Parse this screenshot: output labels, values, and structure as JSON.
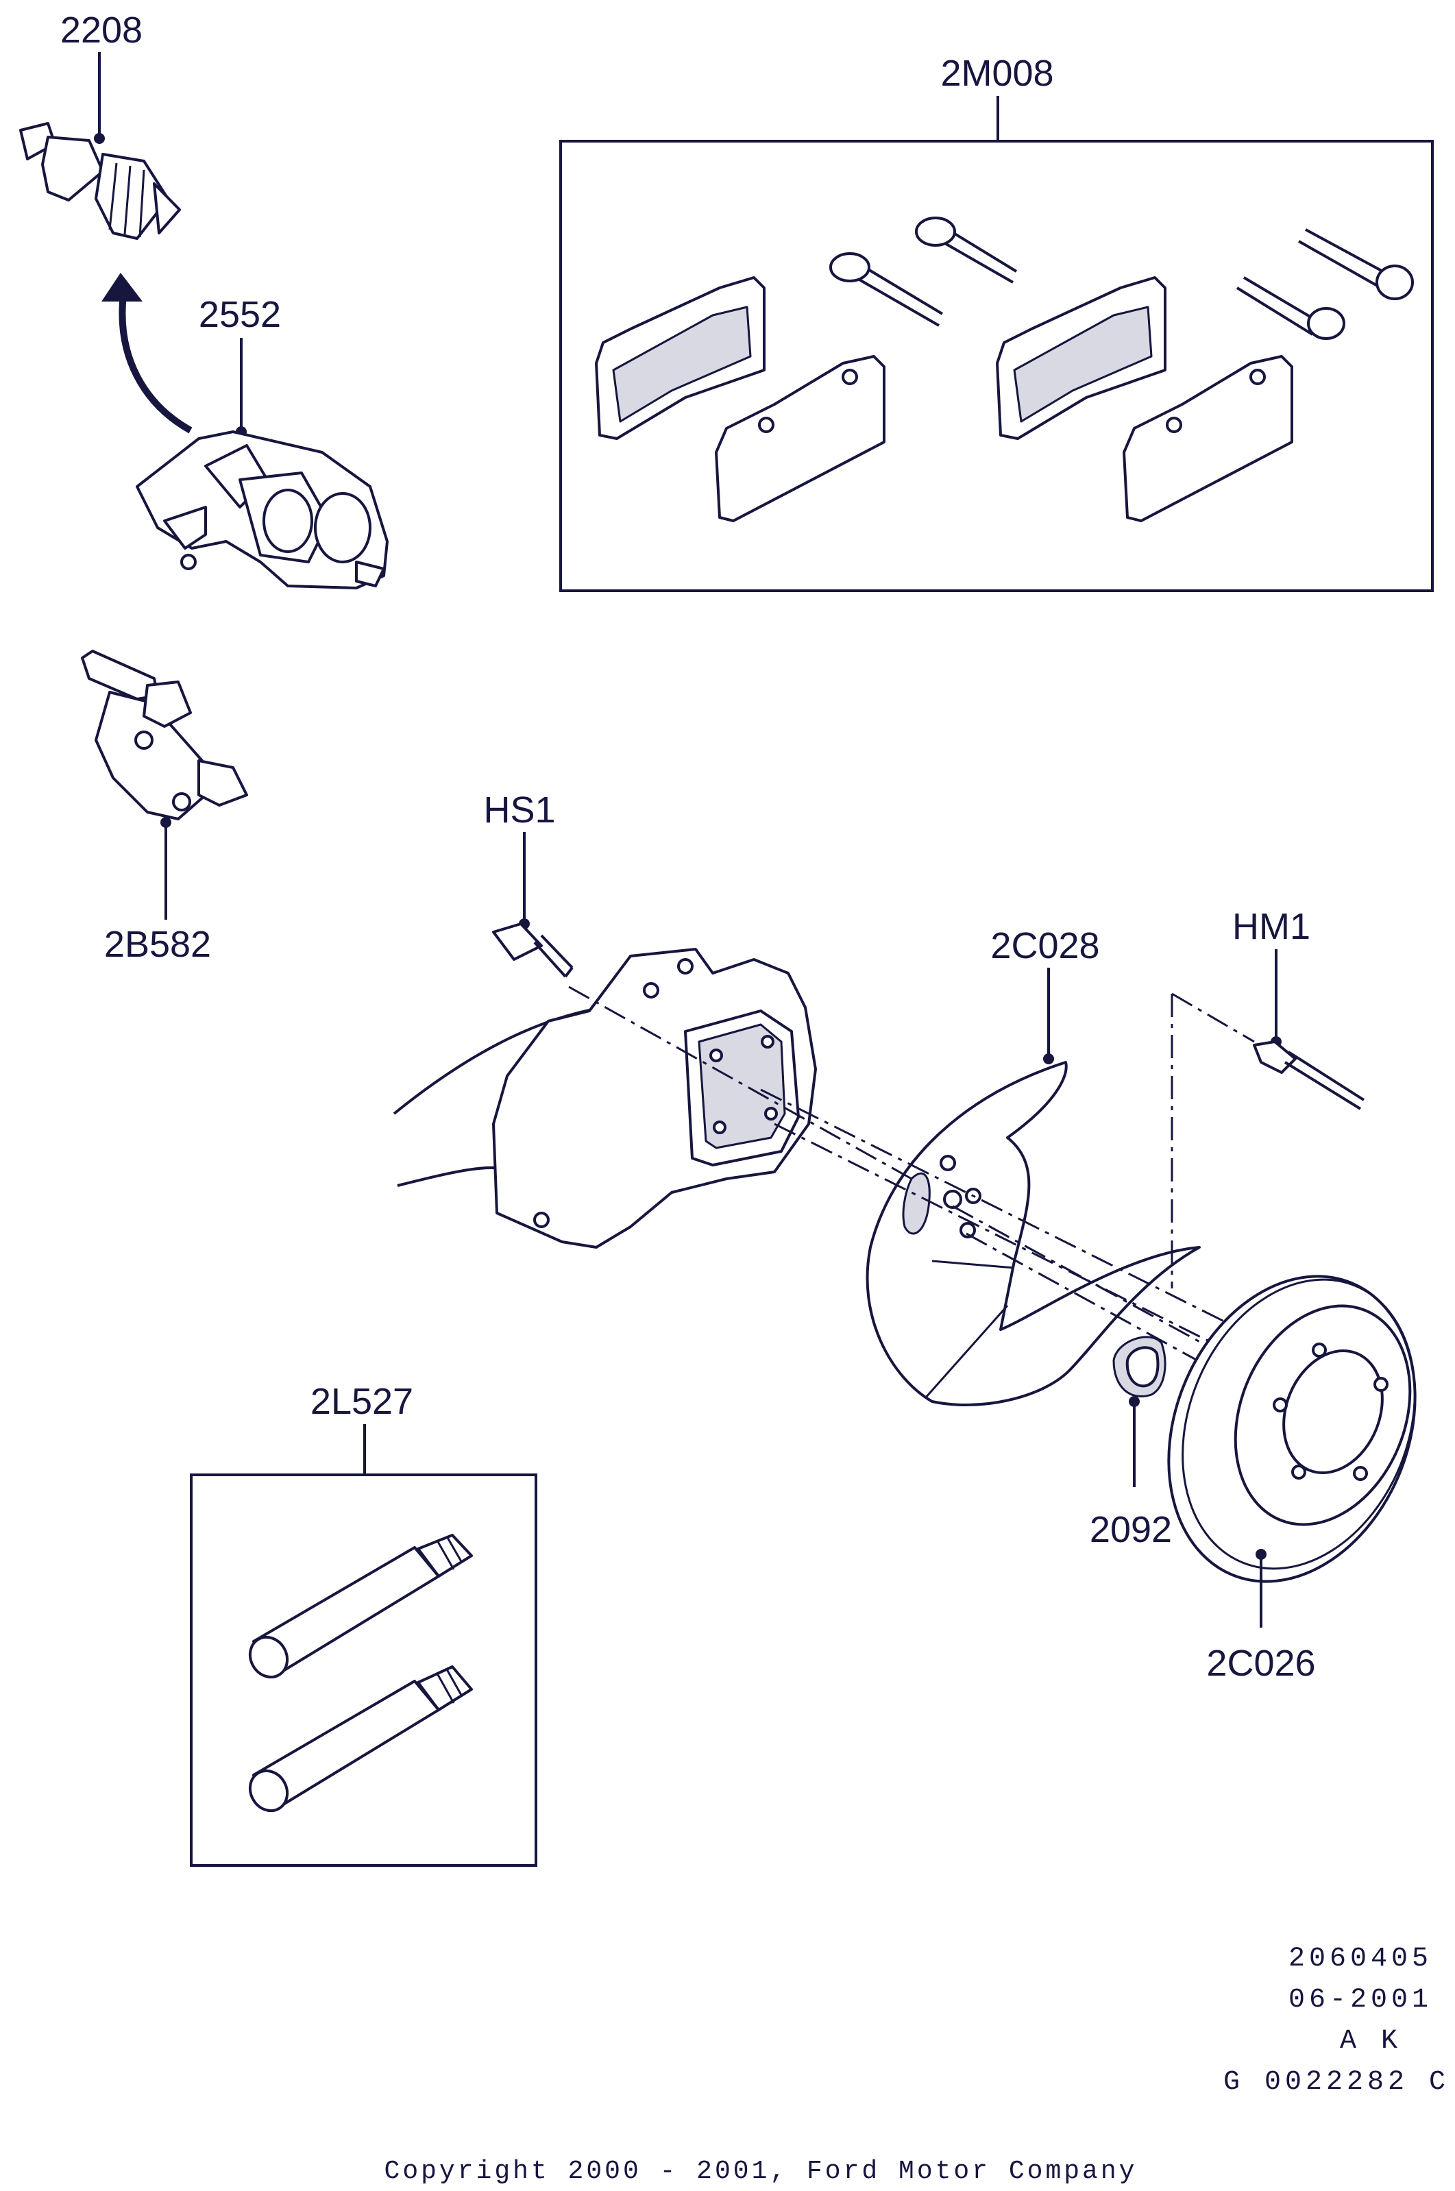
{
  "parts": {
    "p2208": "2208",
    "p2M008": "2M008",
    "p2552": "2552",
    "p2B582": "2B582",
    "pHS1": "HS1",
    "p2C028": "2C028",
    "pHM1": "HM1",
    "p2092": "2092",
    "p2C026": "2C026",
    "p2L527": "2L527"
  },
  "meta": {
    "code": "2060405",
    "date": "06-2001",
    "rev": "A K",
    "ref": "G 0022282 C"
  },
  "copyright": "Copyright 2000 - 2001, Ford Motor Company",
  "colors": {
    "ink": "#16163f",
    "background": "#ffffff",
    "shade": "#d9d9e3"
  }
}
